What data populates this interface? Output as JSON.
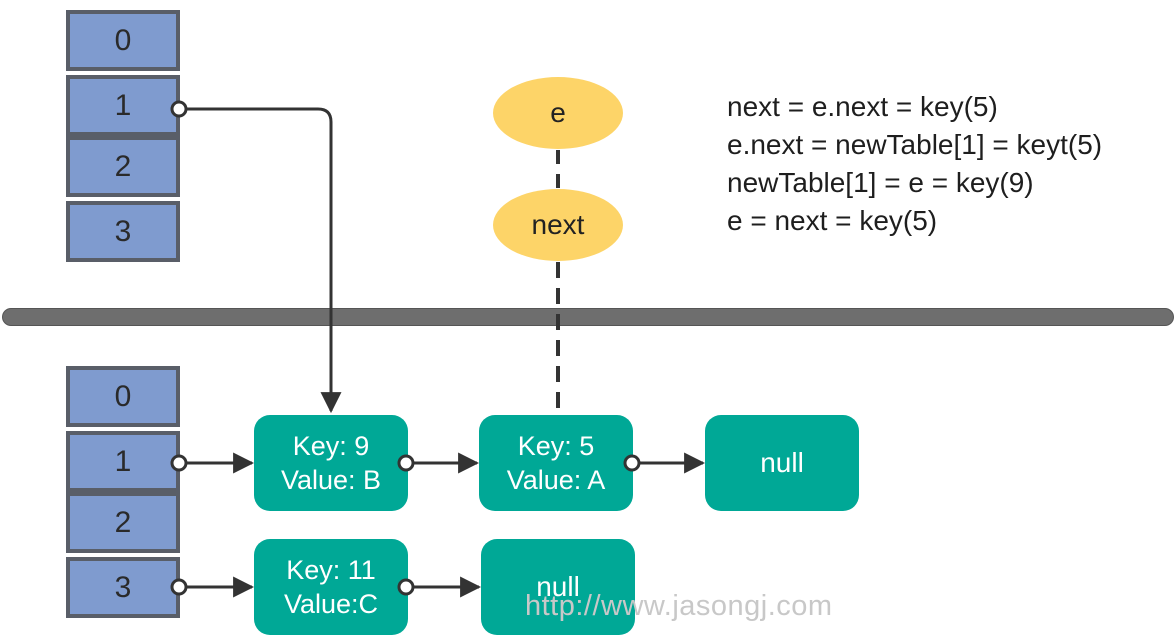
{
  "old_table": {
    "cells": [
      "0",
      "1",
      "2",
      "3"
    ]
  },
  "new_table": {
    "cells": [
      "0",
      "1",
      "2",
      "3"
    ]
  },
  "pointers": {
    "e": "e",
    "next": "next"
  },
  "code_lines": [
    "next = e.next = key(5)",
    "e.next = newTable[1] = keyt(5)",
    "newTable[1] = e = key(9)",
    "e = next = key(5)"
  ],
  "nodes": {
    "row1": [
      {
        "key": "Key: 9",
        "value": "Value: B"
      },
      {
        "key": "Key: 5",
        "value": "Value: A"
      }
    ],
    "row1_null": "null",
    "row3": [
      {
        "key": "Key: 11",
        "value": "Value:C"
      }
    ],
    "row3_null": "null"
  },
  "watermark": "http://www.jasongj.com",
  "colors": {
    "table_cell": "#7f9bcf",
    "table_border": "#595e68",
    "node": "#00a896",
    "pointer": "#fdd468",
    "divider": "#6e6e6e"
  }
}
